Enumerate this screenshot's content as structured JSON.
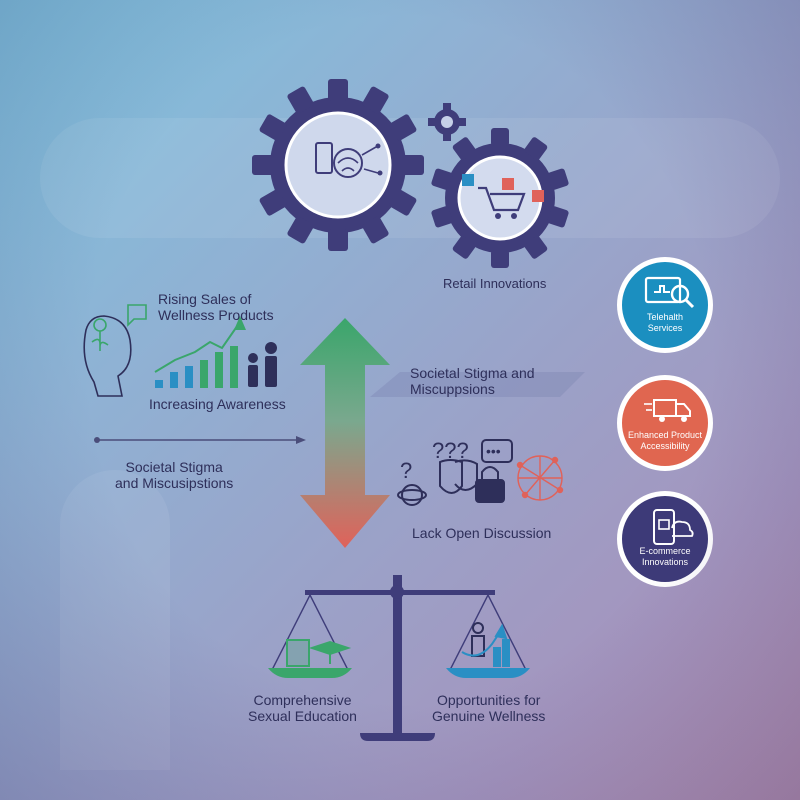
{
  "labels": {
    "retail_innovations": "Retail Innovations",
    "rising_sales_line1": "Rising Sales of",
    "rising_sales_line2": "Wellness Products",
    "increasing_awareness": "Increasing Awareness",
    "stigma_left_line1": "Societal Stigma",
    "stigma_left_line2": "and Miscusipstions",
    "stigma_right_line1": "Societal Stigma and",
    "stigma_right_line2": "Miscuppsions",
    "lack_open_discussion": "Lack Open Discussion",
    "comprehensive_line1": "Comprehensive",
    "comprehensive_line2": "Sexual Education",
    "opportunities_line1": "Opportunities for",
    "opportunities_line2": "Genuine Wellness"
  },
  "badges": [
    {
      "line1": "Telehalth",
      "line2": "Services",
      "color": "#1b8fc0",
      "icon": "telehealth-monitor-icon"
    },
    {
      "line1": "Enhanced Product",
      "line2": "Accessibility",
      "color": "#e06650",
      "icon": "delivery-truck-icon"
    },
    {
      "line1": "E-commerce",
      "line2": "Innovations",
      "color": "#3d3a78",
      "icon": "mobile-shop-icon"
    }
  ],
  "colors": {
    "gear": "#3f3d7a",
    "arrow_top": "#3aa66b",
    "arrow_bottom": "#e0625a",
    "scale": "#3f3d7a",
    "green_pan": "#3aa66b",
    "blue_pan": "#2a8fc4",
    "ink": "#2e2f5a"
  }
}
